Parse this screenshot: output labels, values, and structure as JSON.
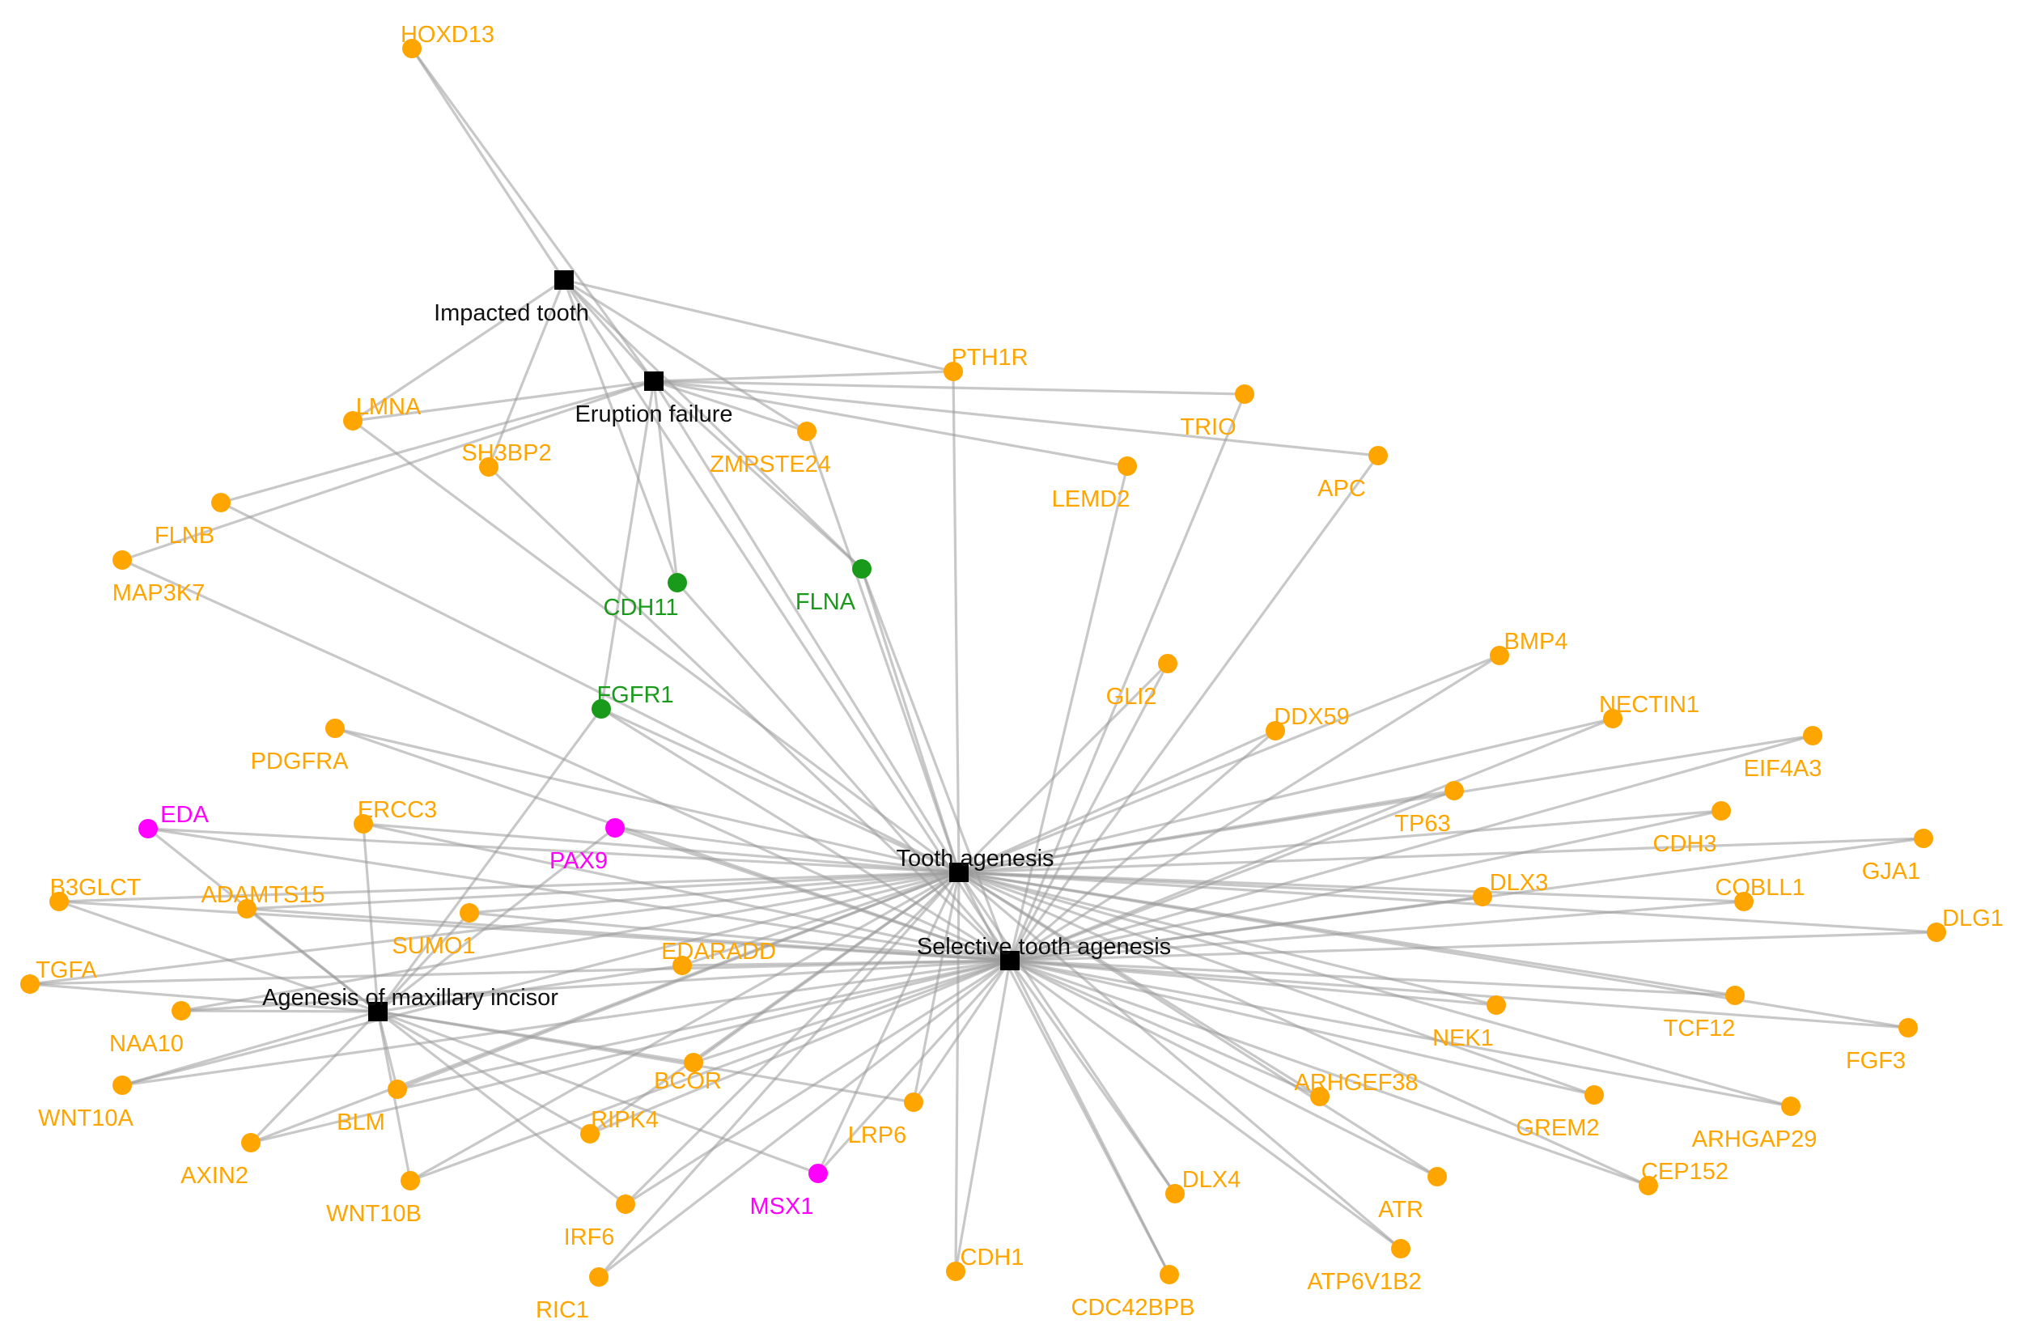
{
  "colors": {
    "gene": "#FFA500",
    "shared_gene": "#1A9A1A",
    "key_gene": "#FF00FF",
    "phenotype": "#000000",
    "edge": "#9a9a9a"
  },
  "phenotypes": [
    {
      "id": "impacted",
      "label": "Impacted tooth"
    },
    {
      "id": "eruption",
      "label": "Eruption failure"
    },
    {
      "id": "agenesis",
      "label": "Tooth agenesis"
    },
    {
      "id": "selective",
      "label": "Selective tooth agenesis"
    },
    {
      "id": "maxillary",
      "label": "Agenesis of maxillary incisor"
    }
  ],
  "genes": [
    {
      "label": "HOXD13",
      "group": "gene",
      "links": [
        "impacted",
        "eruption"
      ]
    },
    {
      "label": "PTH1R",
      "group": "gene",
      "links": [
        "impacted",
        "eruption",
        "agenesis"
      ]
    },
    {
      "label": "TRIO",
      "group": "gene",
      "links": [
        "eruption",
        "selective"
      ]
    },
    {
      "label": "LMNA",
      "group": "gene",
      "links": [
        "impacted",
        "eruption",
        "agenesis"
      ]
    },
    {
      "label": "SH3BP2",
      "group": "gene",
      "links": [
        "impacted",
        "selective"
      ]
    },
    {
      "label": "ZMPSTE24",
      "group": "gene",
      "links": [
        "impacted",
        "eruption",
        "agenesis"
      ]
    },
    {
      "label": "LEMD2",
      "group": "gene",
      "links": [
        "eruption",
        "selective"
      ]
    },
    {
      "label": "APC",
      "group": "gene",
      "links": [
        "eruption",
        "selective"
      ]
    },
    {
      "label": "FLNB",
      "group": "gene",
      "links": [
        "eruption",
        "agenesis"
      ]
    },
    {
      "label": "MAP3K7",
      "group": "gene",
      "links": [
        "eruption",
        "selective"
      ]
    },
    {
      "label": "CDH11",
      "group": "shared_gene",
      "links": [
        "impacted",
        "eruption",
        "selective"
      ]
    },
    {
      "label": "FLNA",
      "group": "shared_gene",
      "links": [
        "impacted",
        "eruption",
        "agenesis",
        "selective"
      ]
    },
    {
      "label": "FGFR1",
      "group": "shared_gene",
      "links": [
        "eruption",
        "agenesis",
        "selective",
        "maxillary"
      ]
    },
    {
      "label": "GLI2",
      "group": "gene",
      "links": [
        "agenesis",
        "selective"
      ]
    },
    {
      "label": "BMP4",
      "group": "gene",
      "links": [
        "agenesis",
        "selective"
      ]
    },
    {
      "label": "DDX59",
      "group": "gene",
      "links": [
        "agenesis",
        "selective"
      ]
    },
    {
      "label": "NECTIN1",
      "group": "gene",
      "links": [
        "agenesis",
        "selective"
      ]
    },
    {
      "label": "EIF4A3",
      "group": "gene",
      "links": [
        "agenesis",
        "selective"
      ]
    },
    {
      "label": "PDGFRA",
      "group": "gene",
      "links": [
        "agenesis",
        "selective"
      ]
    },
    {
      "label": "TP63",
      "group": "gene",
      "links": [
        "agenesis",
        "selective"
      ]
    },
    {
      "label": "EDA",
      "group": "key_gene",
      "links": [
        "agenesis",
        "selective",
        "maxillary"
      ]
    },
    {
      "label": "ERCC3",
      "group": "gene",
      "links": [
        "agenesis",
        "selective",
        "maxillary"
      ]
    },
    {
      "label": "PAX9",
      "group": "key_gene",
      "links": [
        "agenesis",
        "selective",
        "maxillary"
      ]
    },
    {
      "label": "CDH3",
      "group": "gene",
      "links": [
        "agenesis",
        "selective"
      ]
    },
    {
      "label": "GJA1",
      "group": "gene",
      "links": [
        "agenesis",
        "selective"
      ]
    },
    {
      "label": "B3GLCT",
      "group": "gene",
      "links": [
        "agenesis",
        "selective",
        "maxillary"
      ]
    },
    {
      "label": "ADAMTS15",
      "group": "gene",
      "links": [
        "agenesis",
        "selective",
        "maxillary"
      ]
    },
    {
      "label": "DLX3",
      "group": "gene",
      "links": [
        "agenesis",
        "selective"
      ]
    },
    {
      "label": "COBLL1",
      "group": "gene",
      "links": [
        "agenesis",
        "selective"
      ]
    },
    {
      "label": "SUMO1",
      "group": "gene",
      "links": [
        "agenesis",
        "selective",
        "maxillary"
      ]
    },
    {
      "label": "DLG1",
      "group": "gene",
      "links": [
        "agenesis",
        "selective"
      ]
    },
    {
      "label": "EDARADD",
      "group": "gene",
      "links": [
        "agenesis",
        "selective",
        "maxillary"
      ]
    },
    {
      "label": "TGFA",
      "group": "gene",
      "links": [
        "agenesis",
        "selective",
        "maxillary"
      ]
    },
    {
      "label": "NAA10",
      "group": "gene",
      "links": [
        "agenesis",
        "selective",
        "maxillary"
      ]
    },
    {
      "label": "NEK1",
      "group": "gene",
      "links": [
        "agenesis",
        "selective"
      ]
    },
    {
      "label": "TCF12",
      "group": "gene",
      "links": [
        "agenesis",
        "selective"
      ]
    },
    {
      "label": "FGF3",
      "group": "gene",
      "links": [
        "agenesis",
        "selective"
      ]
    },
    {
      "label": "WNT10A",
      "group": "gene",
      "links": [
        "agenesis",
        "selective",
        "maxillary"
      ]
    },
    {
      "label": "BCOR",
      "group": "gene",
      "links": [
        "agenesis",
        "selective",
        "maxillary"
      ]
    },
    {
      "label": "ARHGEF38",
      "group": "gene",
      "links": [
        "agenesis",
        "selective"
      ]
    },
    {
      "label": "BLM",
      "group": "gene",
      "links": [
        "agenesis",
        "selective",
        "maxillary"
      ]
    },
    {
      "label": "RIPK4",
      "group": "gene",
      "links": [
        "agenesis",
        "selective",
        "maxillary"
      ]
    },
    {
      "label": "LRP6",
      "group": "gene",
      "links": [
        "agenesis",
        "selective",
        "maxillary"
      ]
    },
    {
      "label": "GREM2",
      "group": "gene",
      "links": [
        "agenesis",
        "selective"
      ]
    },
    {
      "label": "ARHGAP29",
      "group": "gene",
      "links": [
        "agenesis",
        "selective"
      ]
    },
    {
      "label": "AXIN2",
      "group": "gene",
      "links": [
        "agenesis",
        "selective",
        "maxillary"
      ]
    },
    {
      "label": "CEP152",
      "group": "gene",
      "links": [
        "agenesis",
        "selective"
      ]
    },
    {
      "label": "MSX1",
      "group": "key_gene",
      "links": [
        "agenesis",
        "selective",
        "maxillary"
      ]
    },
    {
      "label": "DLX4",
      "group": "gene",
      "links": [
        "agenesis",
        "selective"
      ]
    },
    {
      "label": "WNT10B",
      "group": "gene",
      "links": [
        "agenesis",
        "selective",
        "maxillary"
      ]
    },
    {
      "label": "ATR",
      "group": "gene",
      "links": [
        "agenesis",
        "selective"
      ]
    },
    {
      "label": "IRF6",
      "group": "gene",
      "links": [
        "agenesis",
        "selective",
        "maxillary"
      ]
    },
    {
      "label": "CDH1",
      "group": "gene",
      "links": [
        "agenesis",
        "selective"
      ]
    },
    {
      "label": "ATP6V1B2",
      "group": "gene",
      "links": [
        "agenesis",
        "selective"
      ]
    },
    {
      "label": "RIC1",
      "group": "gene",
      "links": [
        "agenesis",
        "selective"
      ]
    },
    {
      "label": "CDC42BPB",
      "group": "gene",
      "links": [
        "agenesis",
        "selective"
      ]
    }
  ]
}
